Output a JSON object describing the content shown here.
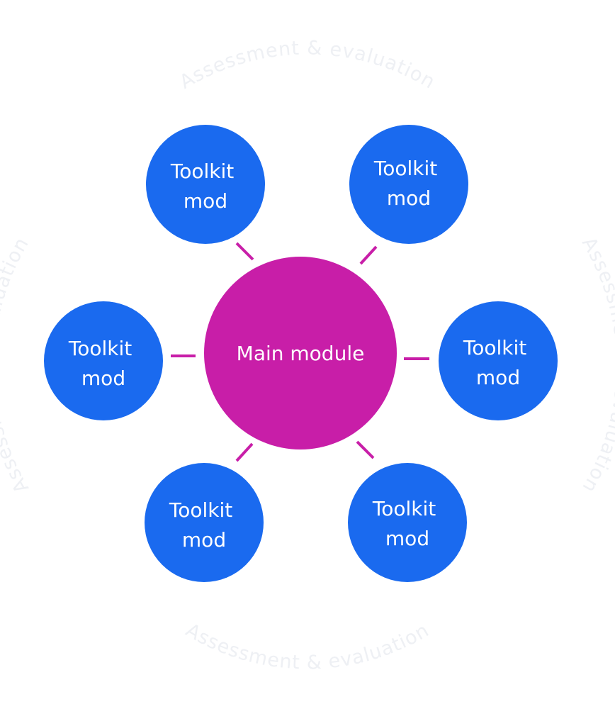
{
  "colors": {
    "background": "#ffffff",
    "main_module": "#c81ea8",
    "toolkit_module": "#1a6aef",
    "connector": "#c81ea8",
    "ring_text": "#eef0f4"
  },
  "ring_text": "Assessment & evaluation",
  "main": {
    "label": "Main module"
  },
  "toolkits": [
    {
      "line1": "Toolkit",
      "line2": "mod"
    },
    {
      "line1": "Toolkit",
      "line2": "mod"
    },
    {
      "line1": "Toolkit",
      "line2": "mod"
    },
    {
      "line1": "Toolkit",
      "line2": "mod"
    },
    {
      "line1": "Toolkit",
      "line2": "mod"
    },
    {
      "line1": "Toolkit",
      "line2": "mod"
    }
  ]
}
